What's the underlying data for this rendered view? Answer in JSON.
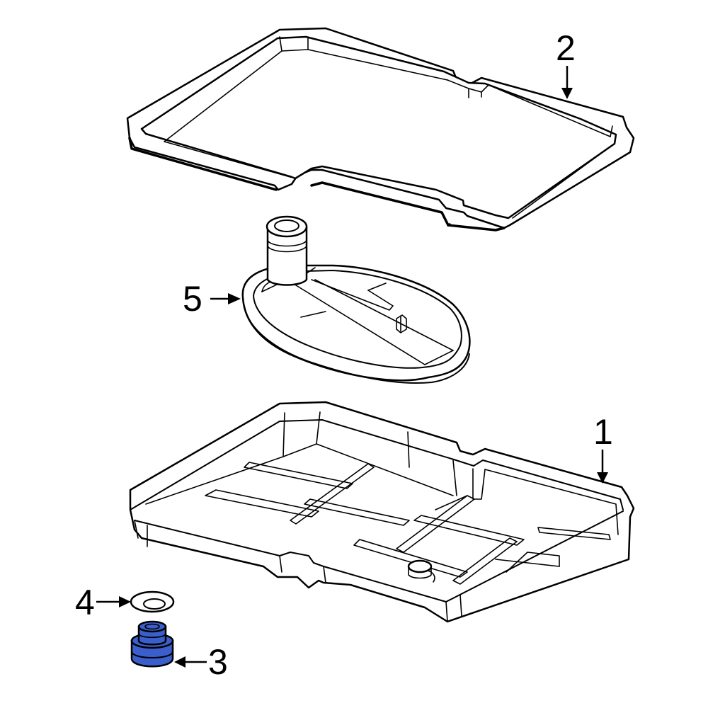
{
  "diagram": {
    "type": "exploded-parts-diagram",
    "highlight_color": "#3A5FCD",
    "line_color": "#000000",
    "background": "#FFFFFF",
    "callouts": [
      {
        "number": "1",
        "part": "transmission-oil-pan",
        "highlighted": false
      },
      {
        "number": "2",
        "part": "oil-pan-gasket",
        "highlighted": false
      },
      {
        "number": "3",
        "part": "drain-plug",
        "highlighted": true
      },
      {
        "number": "4",
        "part": "drain-plug-washer",
        "highlighted": false
      },
      {
        "number": "5",
        "part": "transmission-filter",
        "highlighted": false
      }
    ]
  }
}
